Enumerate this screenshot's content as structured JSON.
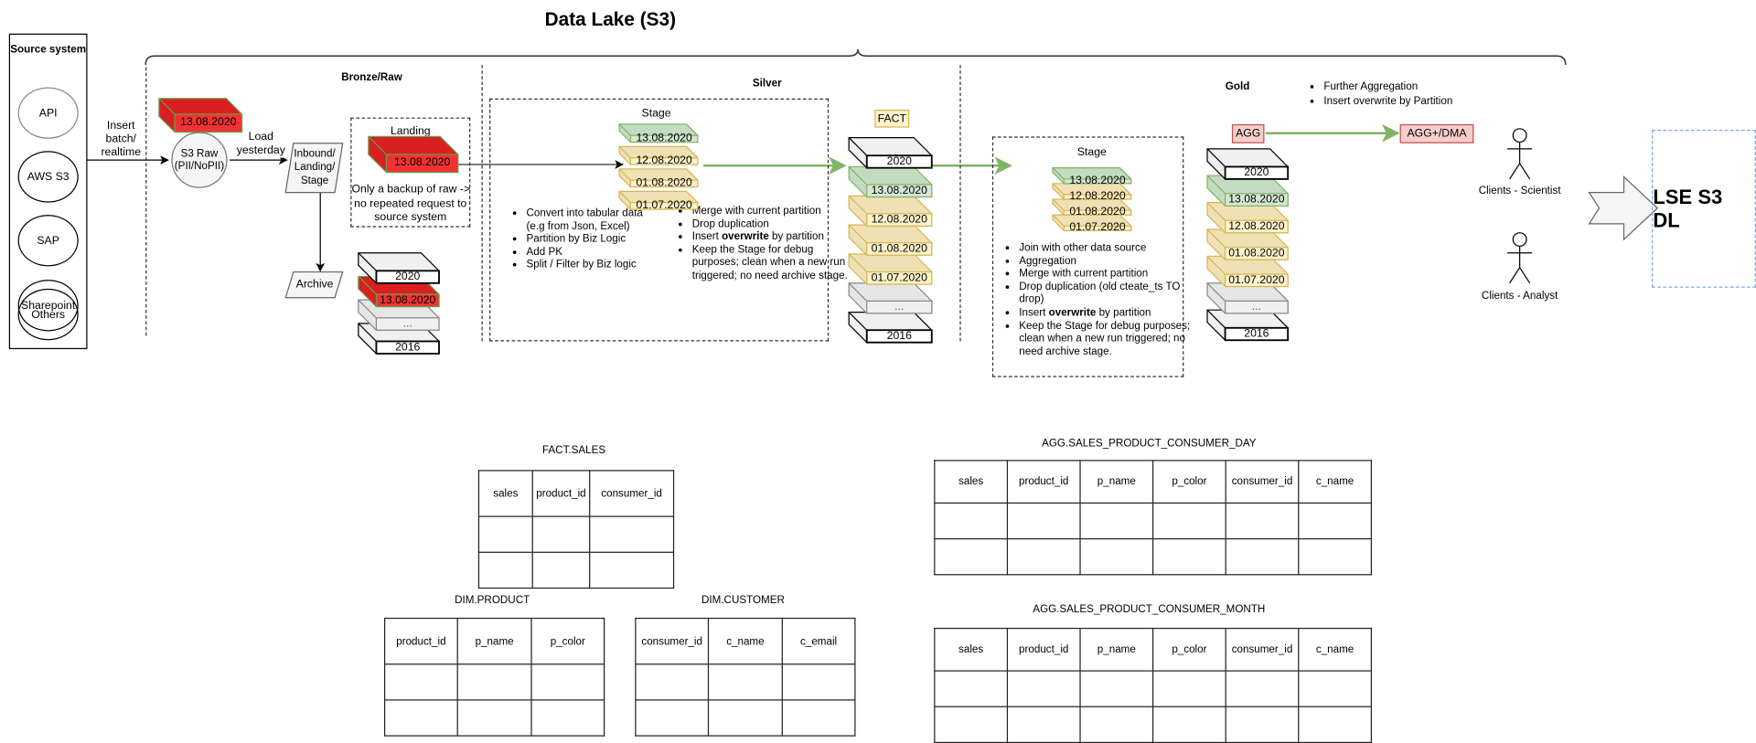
{
  "title": "Data Lake (S3)",
  "source": {
    "heading": "Source system",
    "items": [
      "API",
      "AWS S3",
      "SAP",
      "Sharepoint",
      "Others"
    ]
  },
  "edges": {
    "insert": [
      "Insert",
      "batch/",
      "realtime"
    ],
    "load": [
      "Load",
      "yesterday"
    ]
  },
  "bronze": {
    "heading": "Bronze/Raw",
    "raw_partition": "13.08.2020",
    "s3_raw": [
      "S3 Raw",
      "(PII/NoPII)"
    ],
    "inbound": [
      "Inbound/",
      "Landing/",
      "Stage"
    ],
    "archive": "Archive",
    "landing": {
      "label": "Landing",
      "partition": "13.08.2020",
      "note": [
        "Only a backup of raw ->",
        "no repeated request to",
        "source system"
      ]
    },
    "archive_stack": [
      "2020",
      "13.08.2020",
      "...",
      "2016"
    ]
  },
  "silver": {
    "heading": "Silver",
    "stage_label": "Stage",
    "stage_stack": [
      "13.08.2020",
      "12.08.2020",
      "01.08.2020",
      "01.07.2020"
    ],
    "bullets_left": [
      "Convert into tabular data (e.g from Json, Excel)",
      "Partition by Biz Logic",
      "Add PK",
      "Split / Filter by Biz logic"
    ],
    "bullets_right": [
      {
        "pre": "Merge with current partition"
      },
      {
        "pre": "Drop duplication"
      },
      {
        "pre": "Insert ",
        "bold": "overwrite",
        "post": " by partition"
      },
      {
        "pre": "Keep the Stage for debug purposes; clean when a new run triggered; no need archive stage."
      }
    ],
    "fact_label": "FACT",
    "fact_stack": [
      "2020",
      "13.08.2020",
      "12.08.2020",
      "01.08.2020",
      "01.07.2020",
      "...",
      "2016"
    ]
  },
  "gold": {
    "heading": "Gold",
    "stage_label": "Stage",
    "stage_stack": [
      "13.08.2020",
      "12.08.2020",
      "01.08.2020",
      "01.07.2020"
    ],
    "bullets": [
      {
        "pre": "Join with other data source"
      },
      {
        "pre": "Aggregation"
      },
      {
        "pre": "Merge with current partition"
      },
      {
        "pre": "Drop duplication (old cteate_ts TO drop)"
      },
      {
        "pre": "Insert ",
        "bold": "overwrite",
        "post": " by partition"
      },
      {
        "pre": "Keep the Stage for debug purposes; clean when a new run triggered; no need archive stage."
      }
    ],
    "stack": [
      "2020",
      "13.08.2020",
      "12.08.2020",
      "01.08.2020",
      "01.07.2020",
      "...",
      "2016"
    ],
    "top_bullets": [
      "Further Aggregation",
      "Insert overwrite by Partition"
    ],
    "agg": "AGG",
    "agg_dma": "AGG+/DMA"
  },
  "clients": [
    "Clients - Scientist",
    "Clients - Analyst"
  ],
  "target": "LSE S3 DL",
  "tables": [
    {
      "name": "FACT.SALES",
      "columns": [
        "sales",
        "product_id",
        "consumer_id"
      ]
    },
    {
      "name": "DIM.PRODUCT",
      "columns": [
        "product_id",
        "p_name",
        "p_color"
      ]
    },
    {
      "name": "DIM.CUSTOMER",
      "columns": [
        "consumer_id",
        "c_name",
        "c_email"
      ]
    },
    {
      "name": "AGG.SALES_PRODUCT_CONSUMER_DAY",
      "columns": [
        "sales",
        "product_id",
        "p_name",
        "p_color",
        "consumer_id",
        "c_name"
      ]
    },
    {
      "name": "AGG.SALES_PRODUCT_CONSUMER_MONTH",
      "columns": [
        "sales",
        "product_id",
        "p_name",
        "p_color",
        "consumer_id",
        "c_name"
      ]
    }
  ],
  "colors": {
    "red": "#f23232",
    "green_fill": "#d5e8d4",
    "green_stroke": "#82b366",
    "yellow_fill": "#fff2cc",
    "yellow_stroke": "#d6b656",
    "agg_fill": "#f8cecc",
    "agg_stroke": "#b85450",
    "arrow_green": "#82b366",
    "lse_border": "#7ea6e0"
  }
}
